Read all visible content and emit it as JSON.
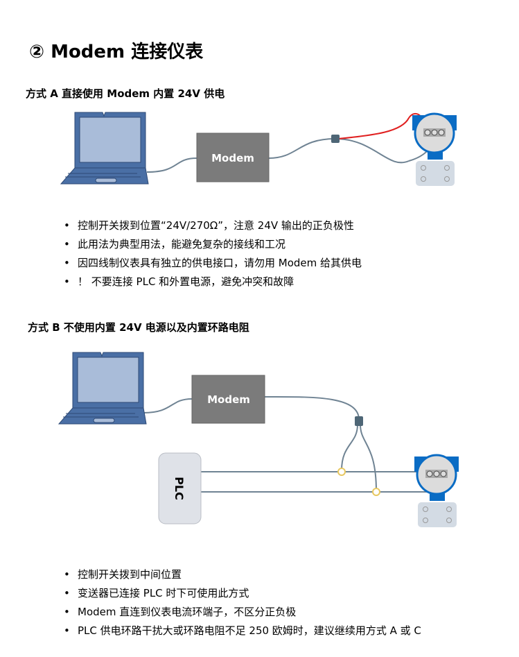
{
  "title": "② Modem 连接仪表",
  "sectionA": {
    "heading": "方式 A  直接使用 Modem 内置 24V 供电",
    "modem_label": "Modem",
    "bullets": [
      "控制开关拨到位置“24V/270Ω”，注意 24V 输出的正负极性",
      "此用法为典型用法，能避免复杂的接线和工况",
      "因四线制仪表具有独立的供电接口，请勿用 Modem 给其供电",
      "！  不要连接 PLC 和外置电源，避免冲突和故障"
    ]
  },
  "sectionB": {
    "heading": "方式 B  不使用内置 24V 电源以及内置环路电阻",
    "modem_label": "Modem",
    "plc_label": "PLC",
    "bullets": [
      "控制开关拨到中间位置",
      "变送器已连接 PLC 时下可使用此方式",
      "Modem 直连到仪表电流环端子，不区分正负极",
      "PLC 供电环路干扰大或环路电阻不足 250 欧姆时，建议继续用方式 A 或 C"
    ]
  },
  "colors": {
    "laptop": "#4a6fa5",
    "screen": "#a9bcd9",
    "modem": "#7b7b7b",
    "transmitter": "#0a6cc4",
    "wire": "#6f8393",
    "red": "#e02020",
    "clip": "#e8c860"
  }
}
